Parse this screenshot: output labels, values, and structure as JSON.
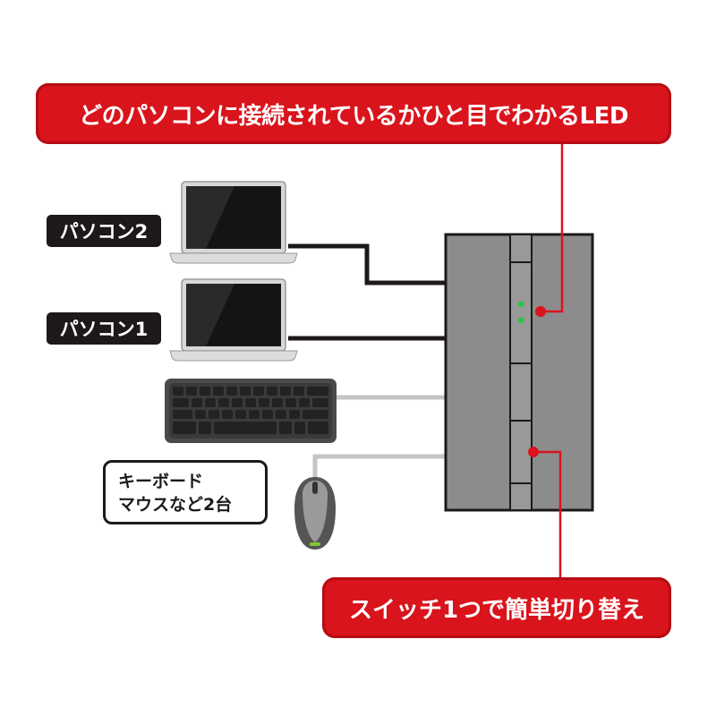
{
  "callouts": {
    "led_text": "どのパソコンに接続されているかひと目でわかるLED",
    "switch_text": "スイッチ1つで簡単切り替え"
  },
  "labels": {
    "pc2": "パソコン2",
    "pc1": "パソコン1"
  },
  "devices_note": {
    "line1": "キーボード",
    "line2": "マウスなど2台"
  },
  "colors": {
    "accent_red": "#d9141c",
    "label_dark": "#1e1919",
    "switch_body": "#8c8c8c",
    "led_green": "#2fc24a"
  },
  "icons": [
    "laptop-icon",
    "keyboard-icon",
    "mouse-icon",
    "kvm-switch-icon"
  ]
}
